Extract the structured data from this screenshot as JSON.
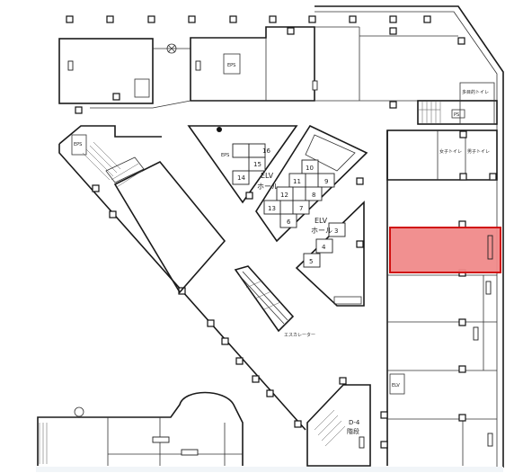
{
  "floorplan": {
    "labels": {
      "elv_hall_1_a": "ELV",
      "elv_hall_1_b": "ホール",
      "elv_hall_2_a": "ELV",
      "elv_hall_2_b": "ホール",
      "escalator": "エスカレーター",
      "stair_a": "D-4",
      "stair_b": "階段",
      "womens_toilet": "女子トイレ",
      "mens_toilet": "男子トイレ",
      "multi_toilet": "多目的トイレ",
      "elv_small": "ELV",
      "eps_a": "EPS",
      "eps_b": "EPS",
      "ps": "PS",
      "small_room": "EPS"
    },
    "elevators_left": [
      "16",
      "15",
      "14"
    ],
    "elevators_center_top": [
      "10",
      "11",
      "12",
      "13"
    ],
    "elevators_center_mid": [
      "9",
      "8",
      "7",
      "6"
    ],
    "elevators_right": [
      "3",
      "4",
      "5"
    ],
    "highlight": {
      "color": "#f08a8a",
      "border": "#d01010"
    }
  }
}
